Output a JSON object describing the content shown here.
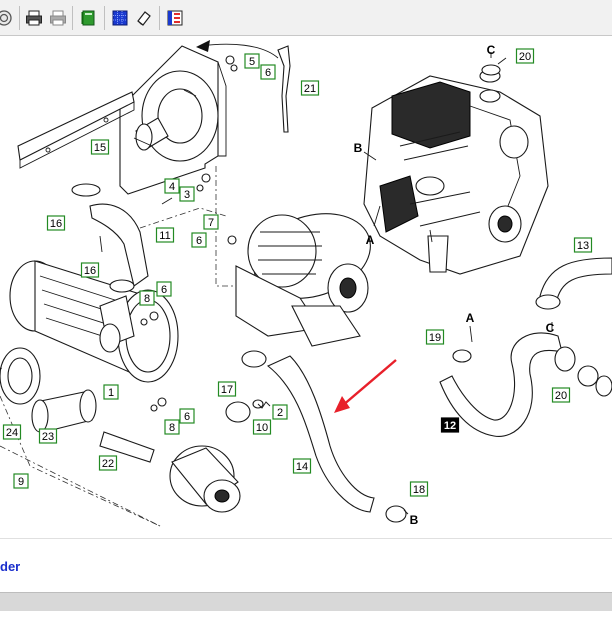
{
  "toolbar": {
    "buttons": [
      {
        "id": "help",
        "icon": "help-circle-icon"
      },
      {
        "id": "print",
        "icon": "printer-icon"
      },
      {
        "id": "print-preview",
        "icon": "printer-gray-icon"
      },
      {
        "id": "export",
        "icon": "green-book-icon"
      },
      {
        "id": "select-all",
        "icon": "blue-grid-icon"
      },
      {
        "id": "erase",
        "icon": "eraser-icon"
      },
      {
        "id": "parts-list",
        "icon": "parts-list-icon"
      }
    ]
  },
  "diagram": {
    "callouts": [
      {
        "n": "1"
      },
      {
        "n": "2"
      },
      {
        "n": "3"
      },
      {
        "n": "4"
      },
      {
        "n": "5"
      },
      {
        "n": "6"
      },
      {
        "n": "6"
      },
      {
        "n": "6"
      },
      {
        "n": "6"
      },
      {
        "n": "7"
      },
      {
        "n": "8"
      },
      {
        "n": "8"
      },
      {
        "n": "9"
      },
      {
        "n": "10"
      },
      {
        "n": "11"
      },
      {
        "n": "12"
      },
      {
        "n": "13"
      },
      {
        "n": "14"
      },
      {
        "n": "15"
      },
      {
        "n": "16"
      },
      {
        "n": "16"
      },
      {
        "n": "17"
      },
      {
        "n": "18"
      },
      {
        "n": "19"
      },
      {
        "n": "20"
      },
      {
        "n": "20"
      },
      {
        "n": "21"
      },
      {
        "n": "22"
      },
      {
        "n": "23"
      },
      {
        "n": "24"
      }
    ],
    "letters": [
      "C",
      "B",
      "A",
      "A",
      "C",
      "B"
    ],
    "highlight_color": "#000000",
    "callout_border_color": "#238a23",
    "arrow_color": "#e8202a"
  },
  "parts_link": {
    "label": "der"
  }
}
